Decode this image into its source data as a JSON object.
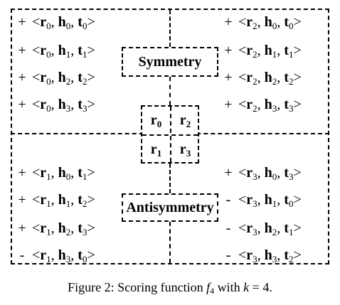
{
  "quadrants": {
    "top_left": [
      {
        "sign": "+",
        "r": "0",
        "h": "0",
        "t": "0"
      },
      {
        "sign": "+",
        "r": "0",
        "h": "1",
        "t": "1"
      },
      {
        "sign": "+",
        "r": "0",
        "h": "2",
        "t": "2"
      },
      {
        "sign": "+",
        "r": "0",
        "h": "3",
        "t": "3"
      }
    ],
    "top_right": [
      {
        "sign": "+",
        "r": "2",
        "h": "0",
        "t": "0"
      },
      {
        "sign": "+",
        "r": "2",
        "h": "1",
        "t": "1"
      },
      {
        "sign": "+",
        "r": "2",
        "h": "2",
        "t": "2"
      },
      {
        "sign": "+",
        "r": "2",
        "h": "3",
        "t": "3"
      }
    ],
    "bottom_left": [
      {
        "sign": "+",
        "r": "1",
        "h": "0",
        "t": "1"
      },
      {
        "sign": "+",
        "r": "1",
        "h": "1",
        "t": "2"
      },
      {
        "sign": "+",
        "r": "1",
        "h": "2",
        "t": "3"
      },
      {
        "sign": "-",
        "r": "1",
        "h": "3",
        "t": "0"
      }
    ],
    "bottom_right": [
      {
        "sign": "+",
        "r": "3",
        "h": "0",
        "t": "3"
      },
      {
        "sign": "-",
        "r": "3",
        "h": "1",
        "t": "0"
      },
      {
        "sign": "-",
        "r": "3",
        "h": "2",
        "t": "1"
      },
      {
        "sign": "-",
        "r": "3",
        "h": "3",
        "t": "2"
      }
    ]
  },
  "labels": {
    "symmetry": "Symmetry",
    "antisymmetry": "Antisymmetry"
  },
  "relation_grid": {
    "r0": {
      "base": "r",
      "sub": "0"
    },
    "r1": {
      "base": "r",
      "sub": "1"
    },
    "r2": {
      "base": "r",
      "sub": "2"
    },
    "r3": {
      "base": "r",
      "sub": "3"
    }
  },
  "caption": {
    "prefix": "Figure 2: Scoring function ",
    "func": "f",
    "func_sub": "4",
    "middle": " with ",
    "var": "k",
    "suffix": " = 4."
  }
}
